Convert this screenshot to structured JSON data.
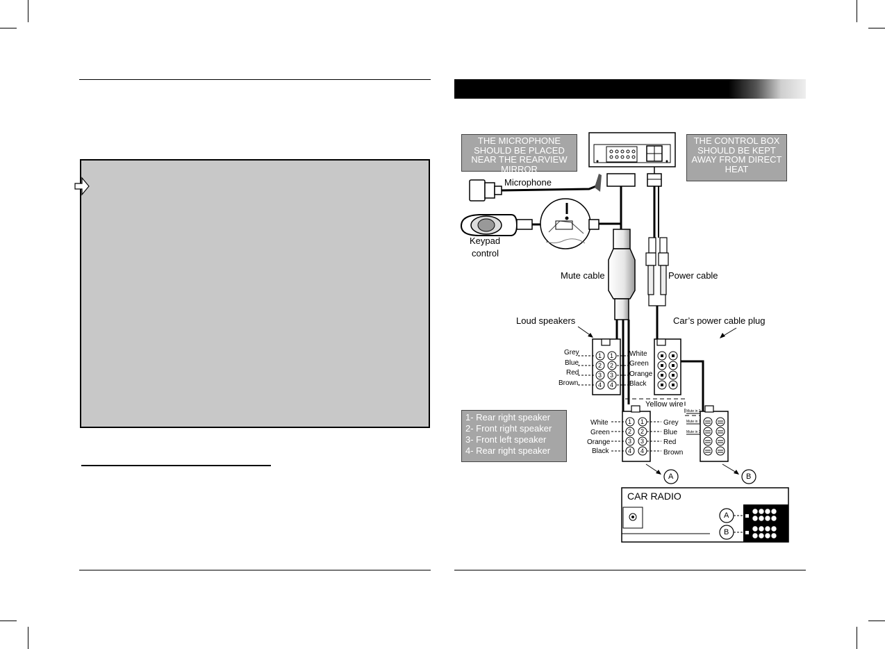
{
  "info_boxes": {
    "microphone": "THE MICROPHONE SHOULD BE PLACED NEAR THE REARVIEW MIRROR",
    "control_box": "THE CONTROL BOX SHOULD BE KEPT AWAY FROM DIRECT HEAT"
  },
  "labels": {
    "microphone": "Microphone",
    "keypad_line1": "Keypad",
    "keypad_line2": "control",
    "mute_cable": "Mute cable",
    "power_cable": "Power cable",
    "loud_speakers": "Loud speakers",
    "power_plug": "Car’s power cable plug",
    "yellow_wire": "Yellow wire",
    "car_radio": "CAR RADIO",
    "connector_a": "A",
    "connector_b": "B"
  },
  "speaker_connector_upper": {
    "left_wires": [
      "Grey",
      "Blue",
      "Red",
      "Brown"
    ],
    "right_wires": [
      "White",
      "Green",
      "Orange",
      "Black"
    ],
    "pins": [
      "1",
      "2",
      "3",
      "4"
    ]
  },
  "speaker_connector_lower": {
    "left_wires": [
      "White",
      "Green",
      "Orange",
      "Black"
    ],
    "right_wires": [
      "Grey",
      "Blue",
      "Red",
      "Brown"
    ],
    "pins": [
      "1",
      "2",
      "3",
      "4"
    ]
  },
  "mute_labels": [
    "Mute in 2",
    "Mute in 1",
    "Mute in 3"
  ],
  "legend": [
    "1- Rear right speaker",
    "2- Front right speaker",
    "3- Front left speaker",
    "4- Rear right speaker"
  ]
}
